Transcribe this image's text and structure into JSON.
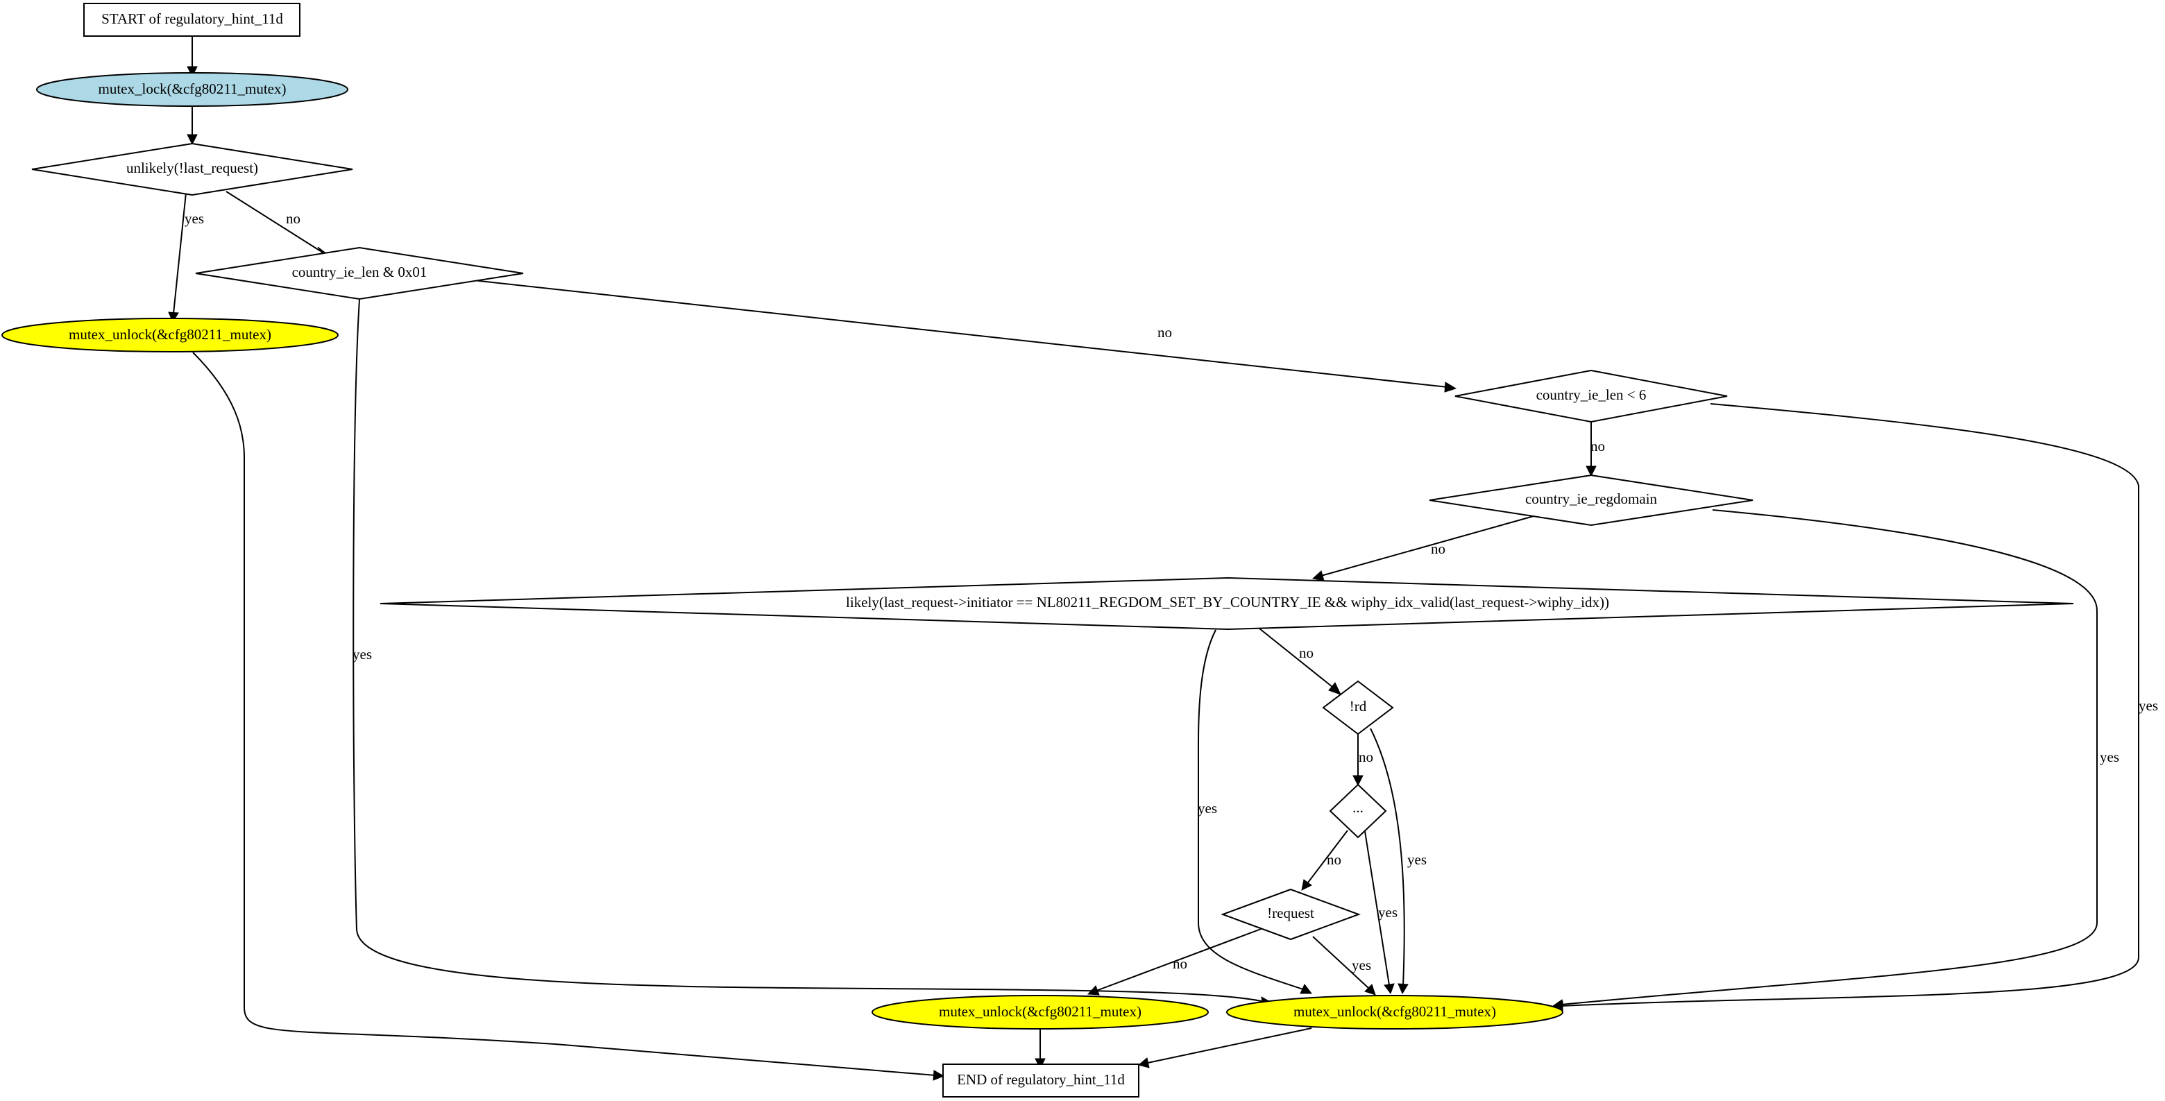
{
  "colors": {
    "lock_fill": "#add8e6",
    "unlock_fill": "#ffff00",
    "box_fill": "#ffffff",
    "line": "#000000"
  },
  "nodes": {
    "start": "START of regulatory_hint_11d",
    "lock": "mutex_lock(&cfg80211_mutex)",
    "unlikely": "unlikely(!last_request)",
    "len_odd": "country_ie_len & 0x01",
    "unlock_left": "mutex_unlock(&cfg80211_mutex)",
    "len_lt6": "country_ie_len < 6",
    "regdomain": "country_ie_regdomain",
    "likely": "likely(last_request->initiator == NL80211_REGDOM_SET_BY_COUNTRY_IE && wiphy_idx_valid(last_request->wiphy_idx))",
    "rd": "!rd",
    "ellipsis": "...",
    "request": "!request",
    "unlock_mid": "mutex_unlock(&cfg80211_mutex)",
    "unlock_right": "mutex_unlock(&cfg80211_mutex)",
    "end": "END of regulatory_hint_11d"
  },
  "edges": {
    "unlikely_yes": "yes",
    "unlikely_no": "no",
    "len_odd_no": "no",
    "len_odd_yes": "yes",
    "len_lt6_no": "no",
    "len_lt6_yes": "yes",
    "regdomain_no": "no",
    "regdomain_yes": "yes",
    "likely_no": "no",
    "likely_yes": "yes",
    "rd_no": "no",
    "rd_yes": "yes",
    "ellipsis_no": "no",
    "ellipsis_yes": "yes",
    "request_no": "no",
    "request_yes": "yes"
  }
}
